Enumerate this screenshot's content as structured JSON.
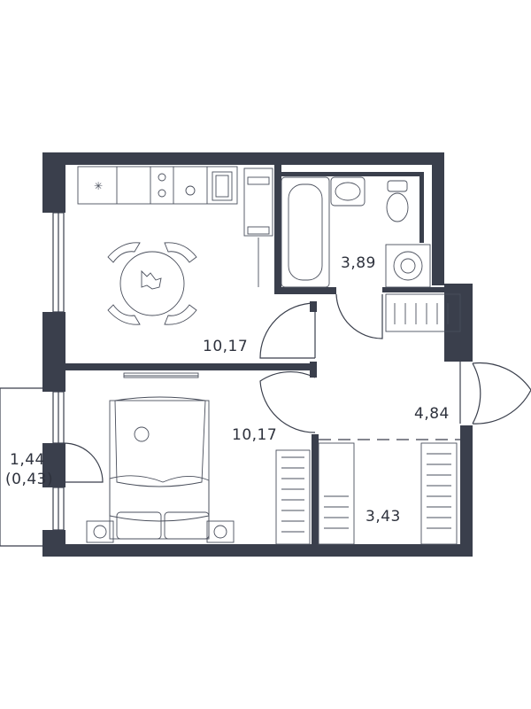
{
  "plan": {
    "rooms": [
      {
        "id": "kitchen",
        "area": "10,17"
      },
      {
        "id": "bedroom",
        "area": "10,17"
      },
      {
        "id": "bathroom",
        "area": "3,89"
      },
      {
        "id": "hall",
        "area": "4,84"
      },
      {
        "id": "storage",
        "area": "3,43"
      },
      {
        "id": "balcony",
        "area": "1,44",
        "area_reduced": "(0,43)"
      }
    ],
    "colors": {
      "walls": "#3a3f4c",
      "background": "#ffffff",
      "lines": "#4a4f5c"
    }
  }
}
